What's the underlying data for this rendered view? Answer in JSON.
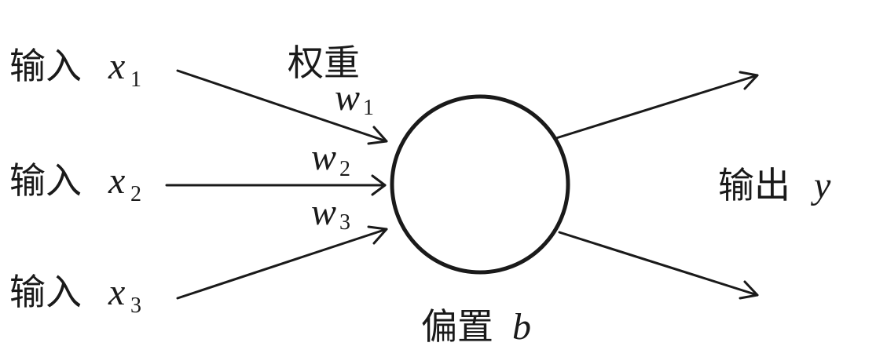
{
  "inputs": [
    {
      "prefix": "输入",
      "var": "x",
      "sub": "1"
    },
    {
      "prefix": "输入",
      "var": "x",
      "sub": "2"
    },
    {
      "prefix": "输入",
      "var": "x",
      "sub": "3"
    }
  ],
  "weights_label": "权重",
  "weights": [
    {
      "var": "w",
      "sub": "1"
    },
    {
      "var": "w",
      "sub": "2"
    },
    {
      "var": "w",
      "sub": "3"
    }
  ],
  "output": {
    "prefix": "输出",
    "var": "y"
  },
  "bias": {
    "prefix": "偏置",
    "var": "b"
  }
}
